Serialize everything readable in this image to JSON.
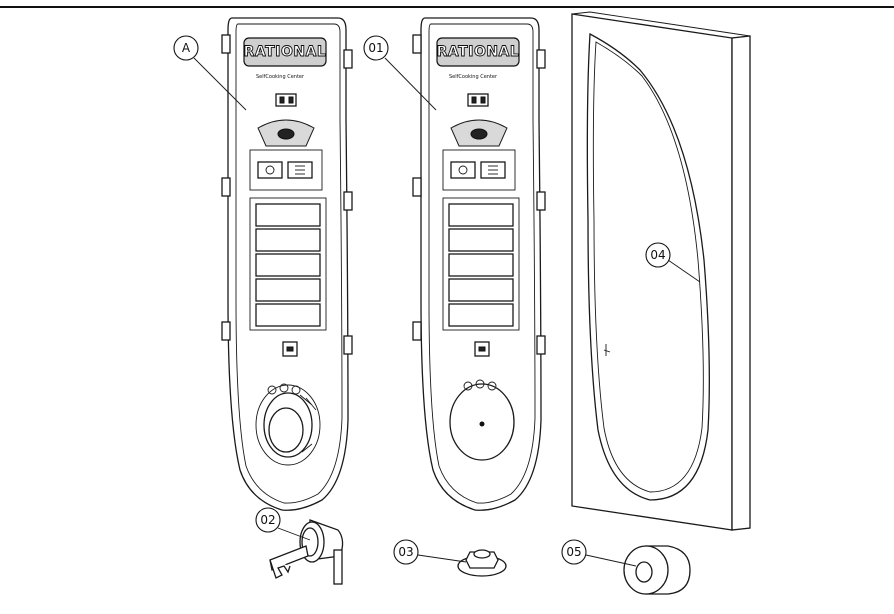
{
  "callouts": {
    "a": "A",
    "p01": "01",
    "p02": "02",
    "p03": "03",
    "p04": "04",
    "p05": "05"
  },
  "panel_brand": "RATIONAL",
  "panel_subtitle": "SelfCooking Center"
}
